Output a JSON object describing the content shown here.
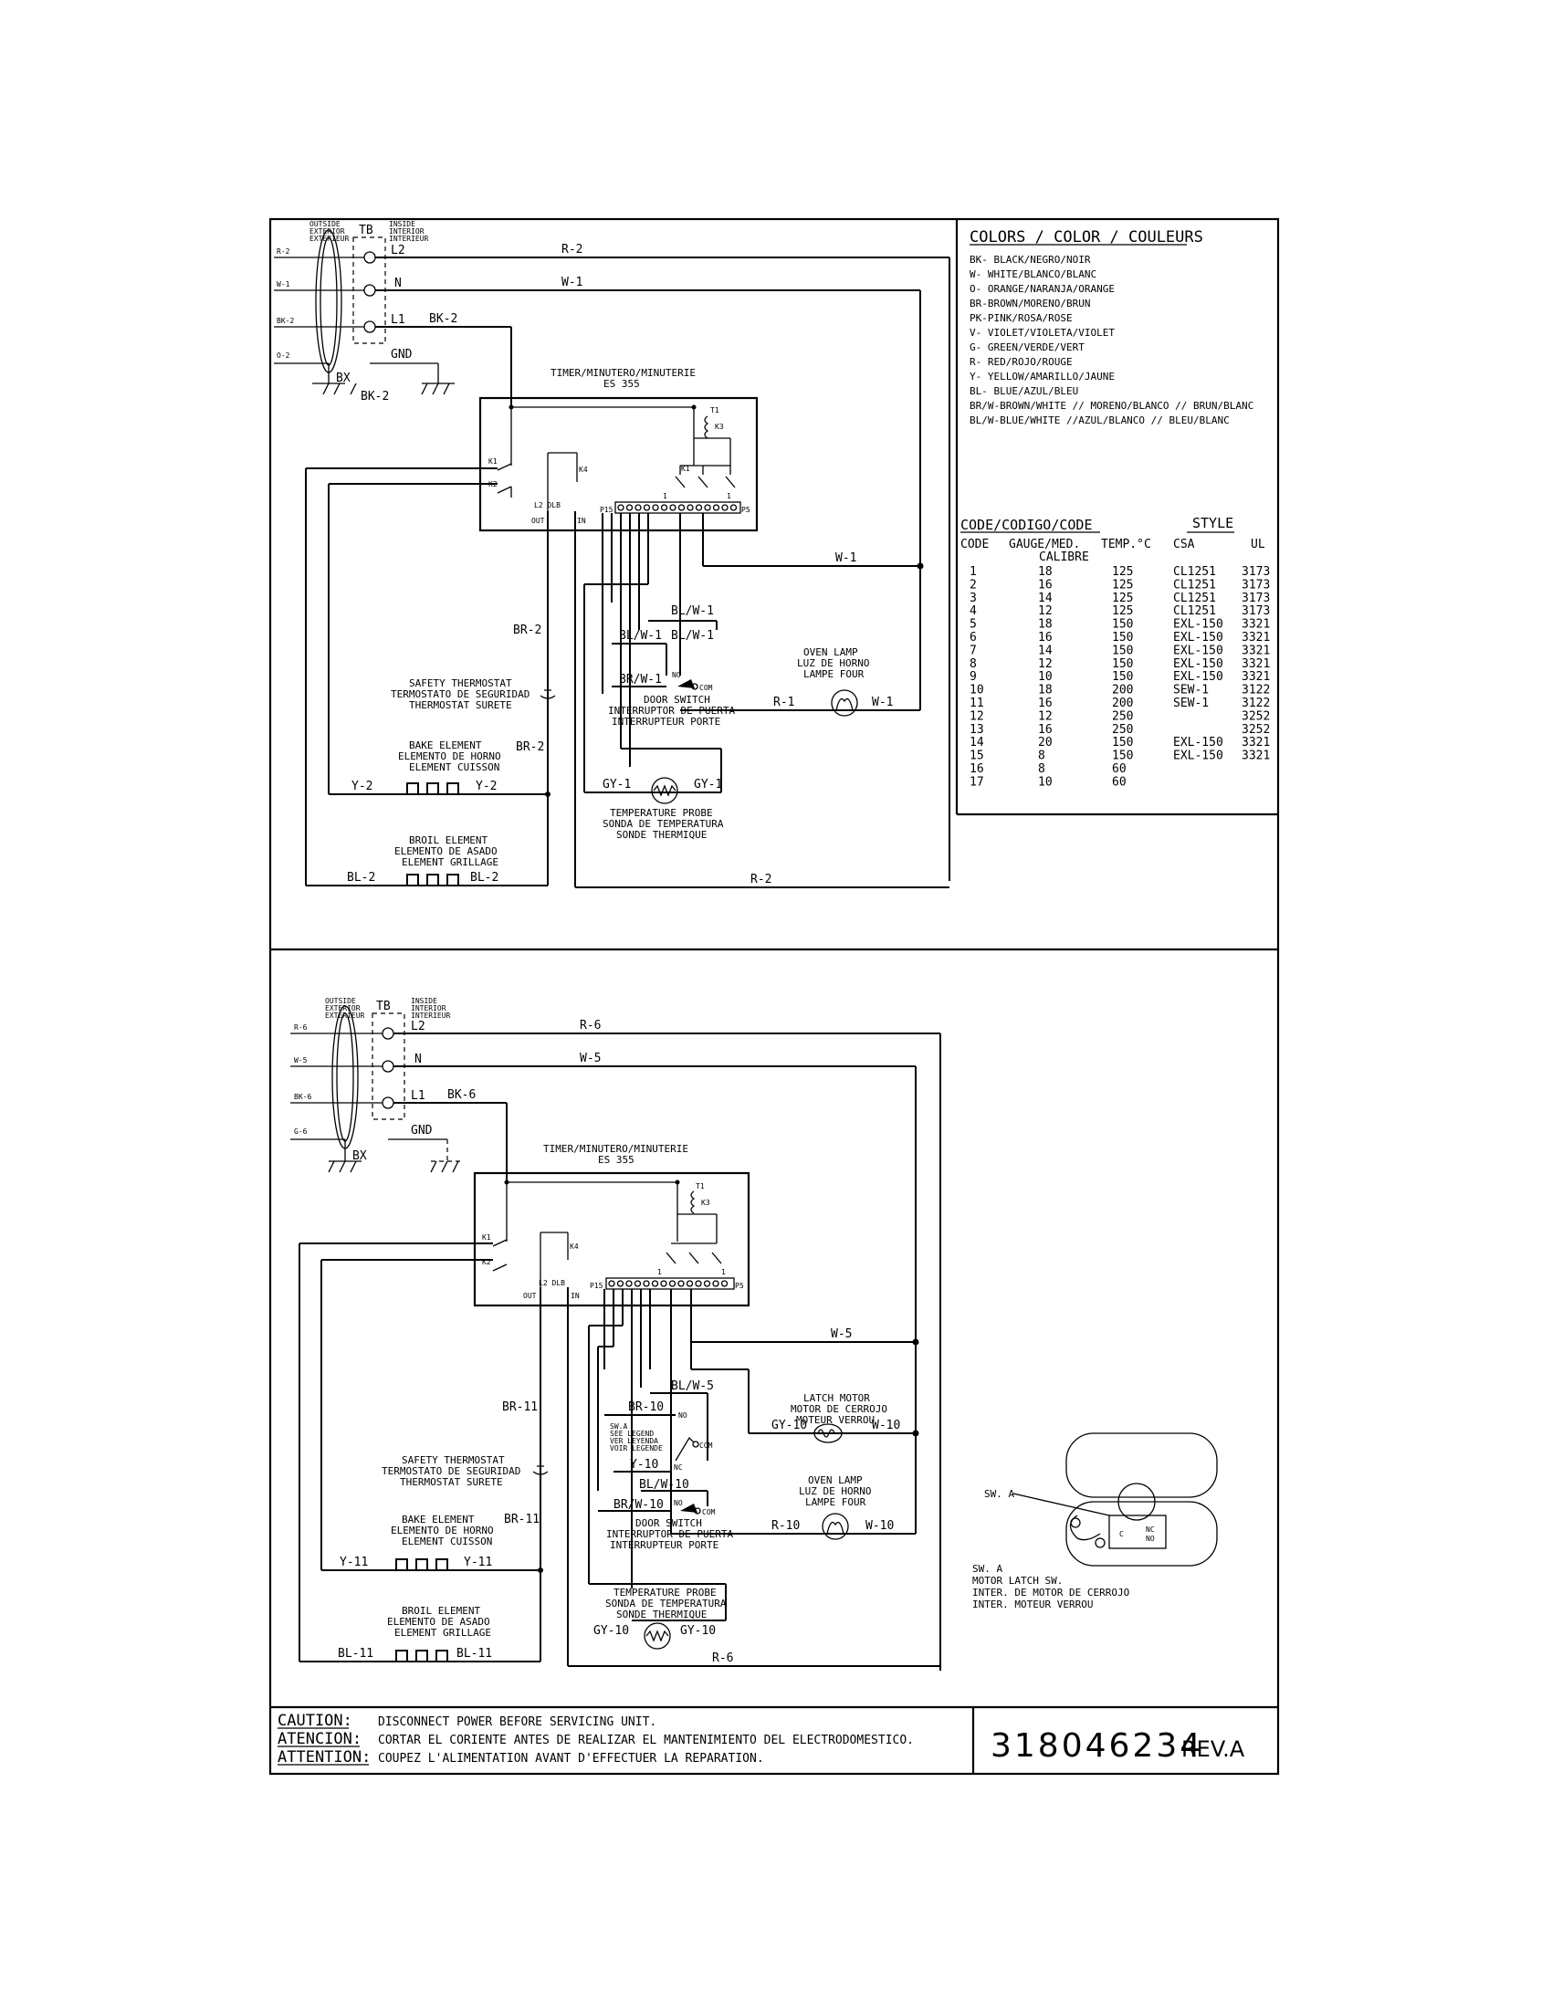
{
  "colors_legend": {
    "title": "COLORS / COLOR / COULEURS",
    "items": [
      "BK- BLACK/NEGRO/NOIR",
      "W- WHITE/BLANCO/BLANC",
      "O- ORANGE/NARANJA/ORANGE",
      "BR-BROWN/MORENO/BRUN",
      "PK-PINK/ROSA/ROSE",
      "V- VIOLET/VIOLETA/VIOLET",
      "G- GREEN/VERDE/VERT",
      "R- RED/ROJO/ROUGE",
      "Y- YELLOW/AMARILLO/JAUNE",
      "BL- BLUE/AZUL/BLEU",
      "BR/W-BROWN/WHITE // MORENO/BLANCO // BRUN/BLANC",
      "BL/W-BLUE/WHITE //AZUL/BLANCO // BLEU/BLANC"
    ]
  },
  "code_table": {
    "title": "CODE/CODIGO/CODE",
    "style_title": "STYLE",
    "headers": [
      "CODE",
      "GAUGE/MED.",
      "TEMP.°C",
      "CSA",
      "UL"
    ],
    "subheader": "CALIBRE",
    "rows": [
      [
        "1",
        "18",
        "125",
        "CL1251",
        "3173"
      ],
      [
        "2",
        "16",
        "125",
        "CL1251",
        "3173"
      ],
      [
        "3",
        "14",
        "125",
        "CL1251",
        "3173"
      ],
      [
        "4",
        "12",
        "125",
        "CL1251",
        "3173"
      ],
      [
        "5",
        "18",
        "150",
        "EXL-150",
        "3321"
      ],
      [
        "6",
        "16",
        "150",
        "EXL-150",
        "3321"
      ],
      [
        "7",
        "14",
        "150",
        "EXL-150",
        "3321"
      ],
      [
        "8",
        "12",
        "150",
        "EXL-150",
        "3321"
      ],
      [
        "9",
        "10",
        "150",
        "EXL-150",
        "3321"
      ],
      [
        "10",
        "18",
        "200",
        "SEW-1",
        "3122"
      ],
      [
        "11",
        "16",
        "200",
        "SEW-1",
        "3122"
      ],
      [
        "12",
        "12",
        "250",
        "",
        "3252"
      ],
      [
        "13",
        "16",
        "250",
        "",
        "3252"
      ],
      [
        "14",
        "20",
        "150",
        "EXL-150",
        "3321"
      ],
      [
        "15",
        "8",
        "150",
        "EXL-150",
        "3321"
      ],
      [
        "16",
        "8",
        "60",
        "",
        ""
      ],
      [
        "17",
        "10",
        "60",
        "",
        ""
      ]
    ]
  },
  "common": {
    "outside": [
      "OUTSIDE",
      "EXTERIOR",
      "EXTERIEUR"
    ],
    "inside": [
      "INSIDE",
      "INTERIOR",
      "INTERIEUR"
    ],
    "tb": "TB",
    "l2": "L2",
    "n": "N",
    "l1": "L1",
    "gnd": "GND",
    "bx": "BX",
    "timer": [
      "TIMER/MINUTERO/MINUTERIE",
      "ES 355"
    ],
    "t1": "T1",
    "k1": "K1",
    "k2": "K2",
    "k3": "K3",
    "k4": "K4",
    "p15": "P15",
    "p5": "P5",
    "out": "OUT",
    "in": "IN",
    "l2_dlb": "L2 DLB",
    "one": "1",
    "safety": [
      "SAFETY THERMOSTAT",
      "TERMOSTATO DE SEGURIDAD",
      "THERMOSTAT SURETE"
    ],
    "bake": [
      "BAKE ELEMENT",
      "ELEMENTO DE HORNO",
      "ELEMENT CUISSON"
    ],
    "broil": [
      "BROIL ELEMENT",
      "ELEMENTO DE ASADO",
      "ELEMENT GRILLAGE"
    ],
    "door": [
      "DOOR SWITCH",
      "INTERRUPTOR DE PUERTA",
      "INTERRUPTEUR PORTE"
    ],
    "lamp": [
      "OVEN LAMP",
      "LUZ DE HORNO",
      "LAMPE FOUR"
    ],
    "probe": [
      "TEMPERATURE PROBE",
      "SONDA DE TEMPERATURA",
      "SONDE THERMIQUE"
    ],
    "no": "NO",
    "nc": "NC",
    "com": "COM"
  },
  "top": {
    "r": "R-2",
    "w": "W-1",
    "bk": "BK-2",
    "o": "O-2",
    "br": "BR-2",
    "y": "Y-2",
    "bl": "BL-2",
    "blw": "BL/W-1",
    "brw": "BR/W-1",
    "gy": "GY-1",
    "lamp_r": "R-1"
  },
  "bottom": {
    "r": "R-6",
    "w": "W-5",
    "bk": "BK-6",
    "g": "G-6",
    "br": "BR-11",
    "y": "Y-11",
    "bl": "BL-11",
    "blw5": "BL/W-5",
    "br10": "BR-10",
    "y10": "Y-10",
    "blw10": "BL/W-10",
    "brw10": "BR/W-10",
    "gy": "GY-10",
    "lamp_r": "R-10",
    "lamp_w": "W-10",
    "sw_note": [
      "SW.A",
      "SEE LEGEND",
      "VER LEYENDA",
      "VOIR LEGENDE"
    ],
    "latch": [
      "LATCH MOTOR",
      "MOTOR DE CERROJO",
      "MOTEUR VERROU"
    ],
    "latch_legend": [
      "SW. A",
      "MOTOR LATCH SW.",
      "INTER. DE MOTOR DE CERROJO",
      "INTER. MOTEUR VERROU"
    ],
    "sw_a": "SW. A",
    "c": "C"
  },
  "footer": {
    "caution": "CAUTION:",
    "caution_text": "DISCONNECT POWER BEFORE SERVICING UNIT.",
    "atencion": "ATENCION:",
    "atencion_text": "CORTAR EL CORIENTE ANTES DE REALIZAR EL MANTENIMIENTO DEL ELECTRODOMESTICO.",
    "attention": "ATTENTION:",
    "attention_text": "COUPEZ L'ALIMENTATION AVANT D'EFFECTUER LA REPARATION.",
    "part_number": "318046234",
    "rev": "REV.A"
  }
}
